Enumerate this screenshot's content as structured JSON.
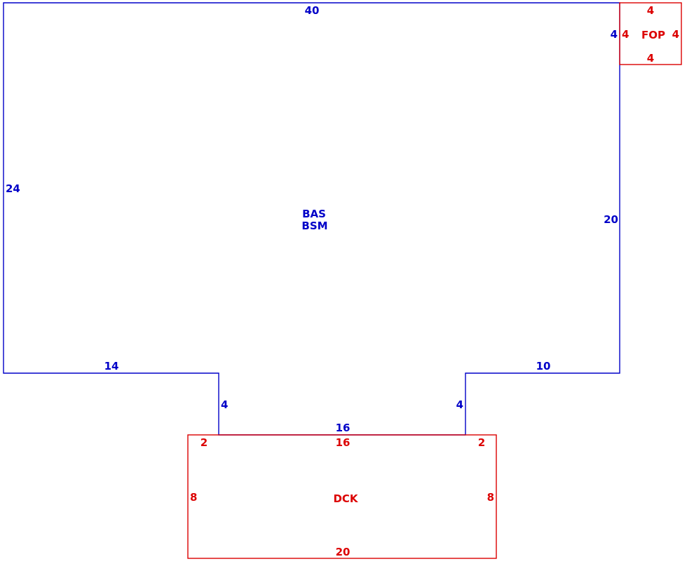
{
  "colors": {
    "main_structure": "#0000c8",
    "additions": "#dc0000",
    "background": "#ffffff"
  },
  "main_structure": {
    "codes": [
      "BAS",
      "BSM"
    ],
    "dimensions": {
      "top": "40",
      "left": "24",
      "right": "20",
      "bottom_left": "14",
      "bottom_right": "10",
      "notch_left": "4",
      "notch_right": "4",
      "notch_bottom": "16",
      "right_upper": "4"
    }
  },
  "fop": {
    "code": "FOP",
    "dimensions": {
      "top": "4",
      "bottom": "4",
      "left": "4",
      "right": "4"
    }
  },
  "dck": {
    "code": "DCK",
    "dimensions": {
      "top": "16",
      "top_left": "2",
      "top_right": "2",
      "left": "8",
      "right": "8",
      "bottom": "20"
    }
  }
}
